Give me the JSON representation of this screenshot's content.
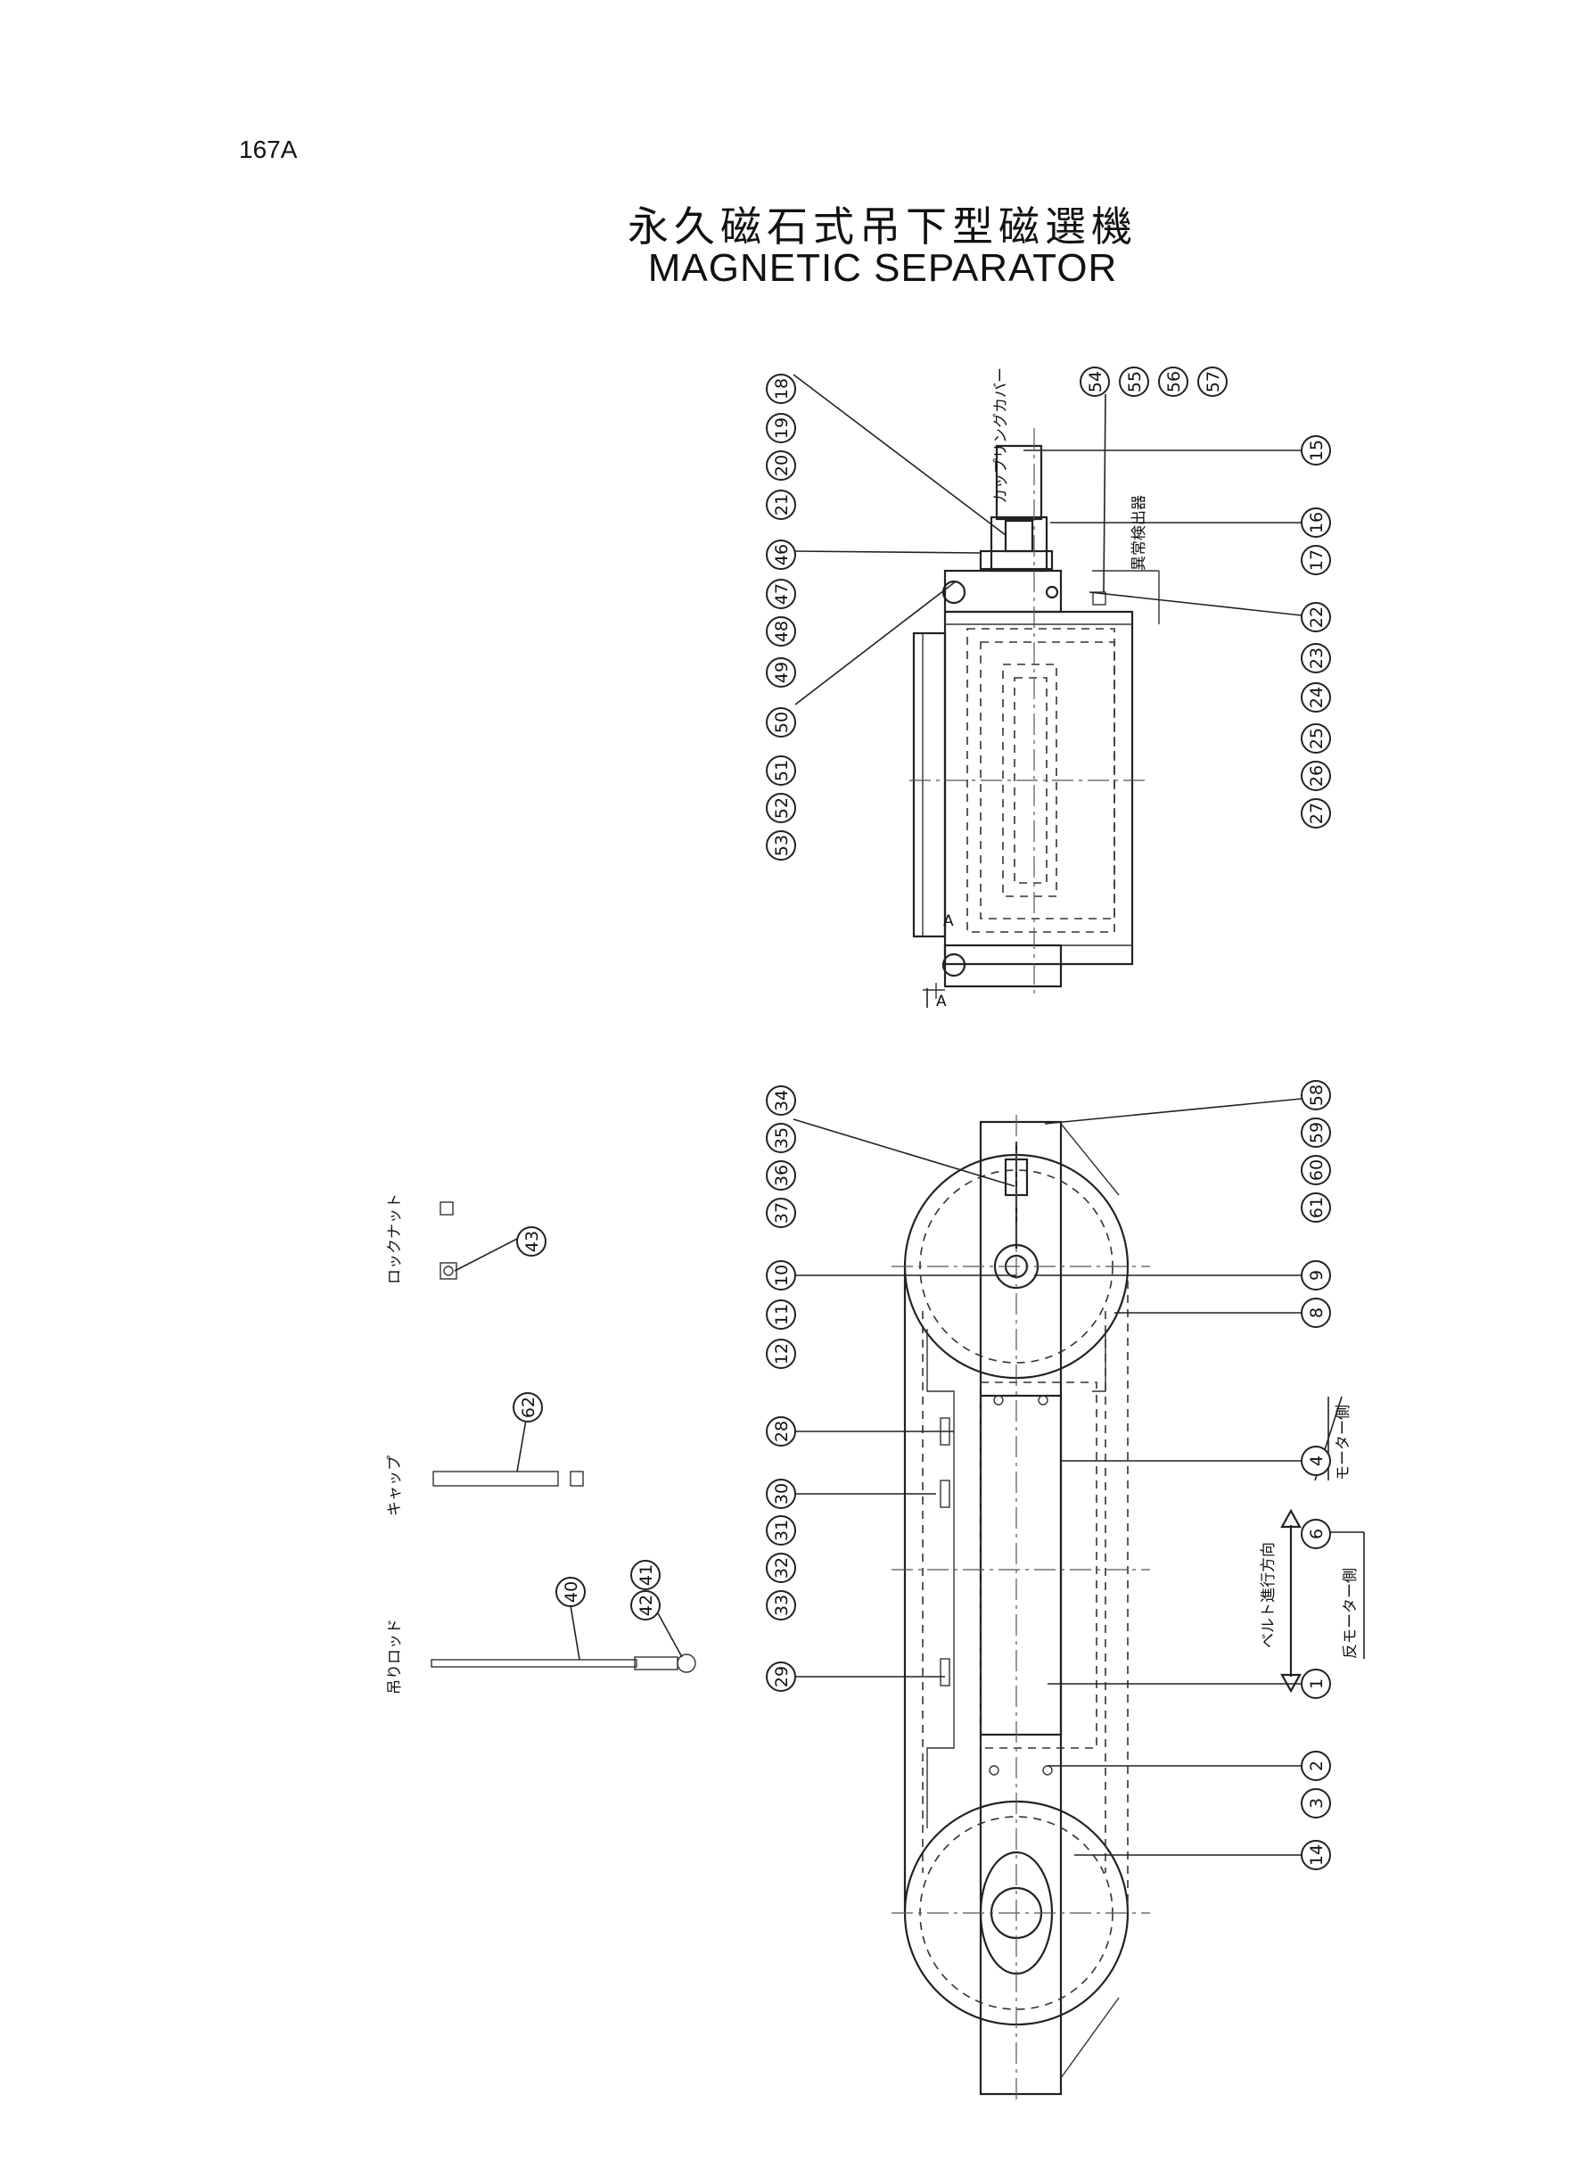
{
  "page_code": "167A",
  "title_jp": "永久磁石式吊下型磁選機",
  "title_en": "MAGNETIC  SEPARATOR",
  "top_view": {
    "callouts_left": [
      "53",
      "52",
      "51",
      "50",
      "49",
      "48",
      "47",
      "46",
      "21",
      "20",
      "19",
      "18"
    ],
    "callouts_top": [
      "54",
      "55",
      "56",
      "57"
    ],
    "callouts_right": [
      "27",
      "26",
      "25",
      "24",
      "23",
      "22",
      "17",
      "16",
      "15"
    ],
    "note_coupling_cover": "カップリングカバー",
    "note_detector": "異常検出器",
    "section_mark": "A"
  },
  "main_view": {
    "callouts_left": [
      "33",
      "32",
      "31",
      "30",
      "29",
      "28",
      "12",
      "11",
      "10",
      "37",
      "36",
      "35",
      "34"
    ],
    "callouts_right": [
      "61",
      "60",
      "59",
      "58",
      "9",
      "8",
      "4",
      "6",
      "1",
      "2",
      "3",
      "14"
    ],
    "note_motor_side": "モーター側",
    "note_opposite_side": "反モーター側",
    "note_belt_direction": "ベルト進行方向"
  },
  "parts": {
    "lock_nut_label": "ロックナット",
    "lock_nut_callout": "43",
    "cap_label": "キャップ",
    "cap_callout": "62",
    "rod_label": "吊りロッド",
    "rod_callouts": [
      "40",
      "41",
      "42"
    ]
  }
}
